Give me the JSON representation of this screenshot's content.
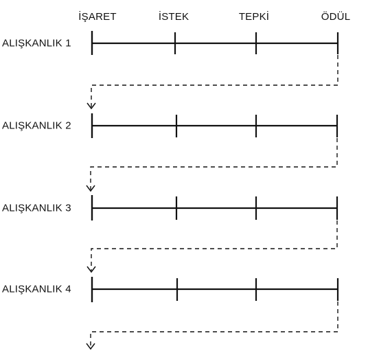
{
  "stages": [
    "İŞARET",
    "İSTEK",
    "TEPKİ",
    "ÖDÜL"
  ],
  "habits": [
    {
      "label": "ALIŞKANLIK 1"
    },
    {
      "label": "ALIŞKANLIK 2"
    },
    {
      "label": "ALIŞKANLIK 3"
    },
    {
      "label": "ALIŞKANLIK 4"
    }
  ],
  "colors": {
    "ink": "#111111",
    "background": "#ffffff"
  },
  "icons": {
    "connector_arrow": "down-arrow-icon"
  }
}
